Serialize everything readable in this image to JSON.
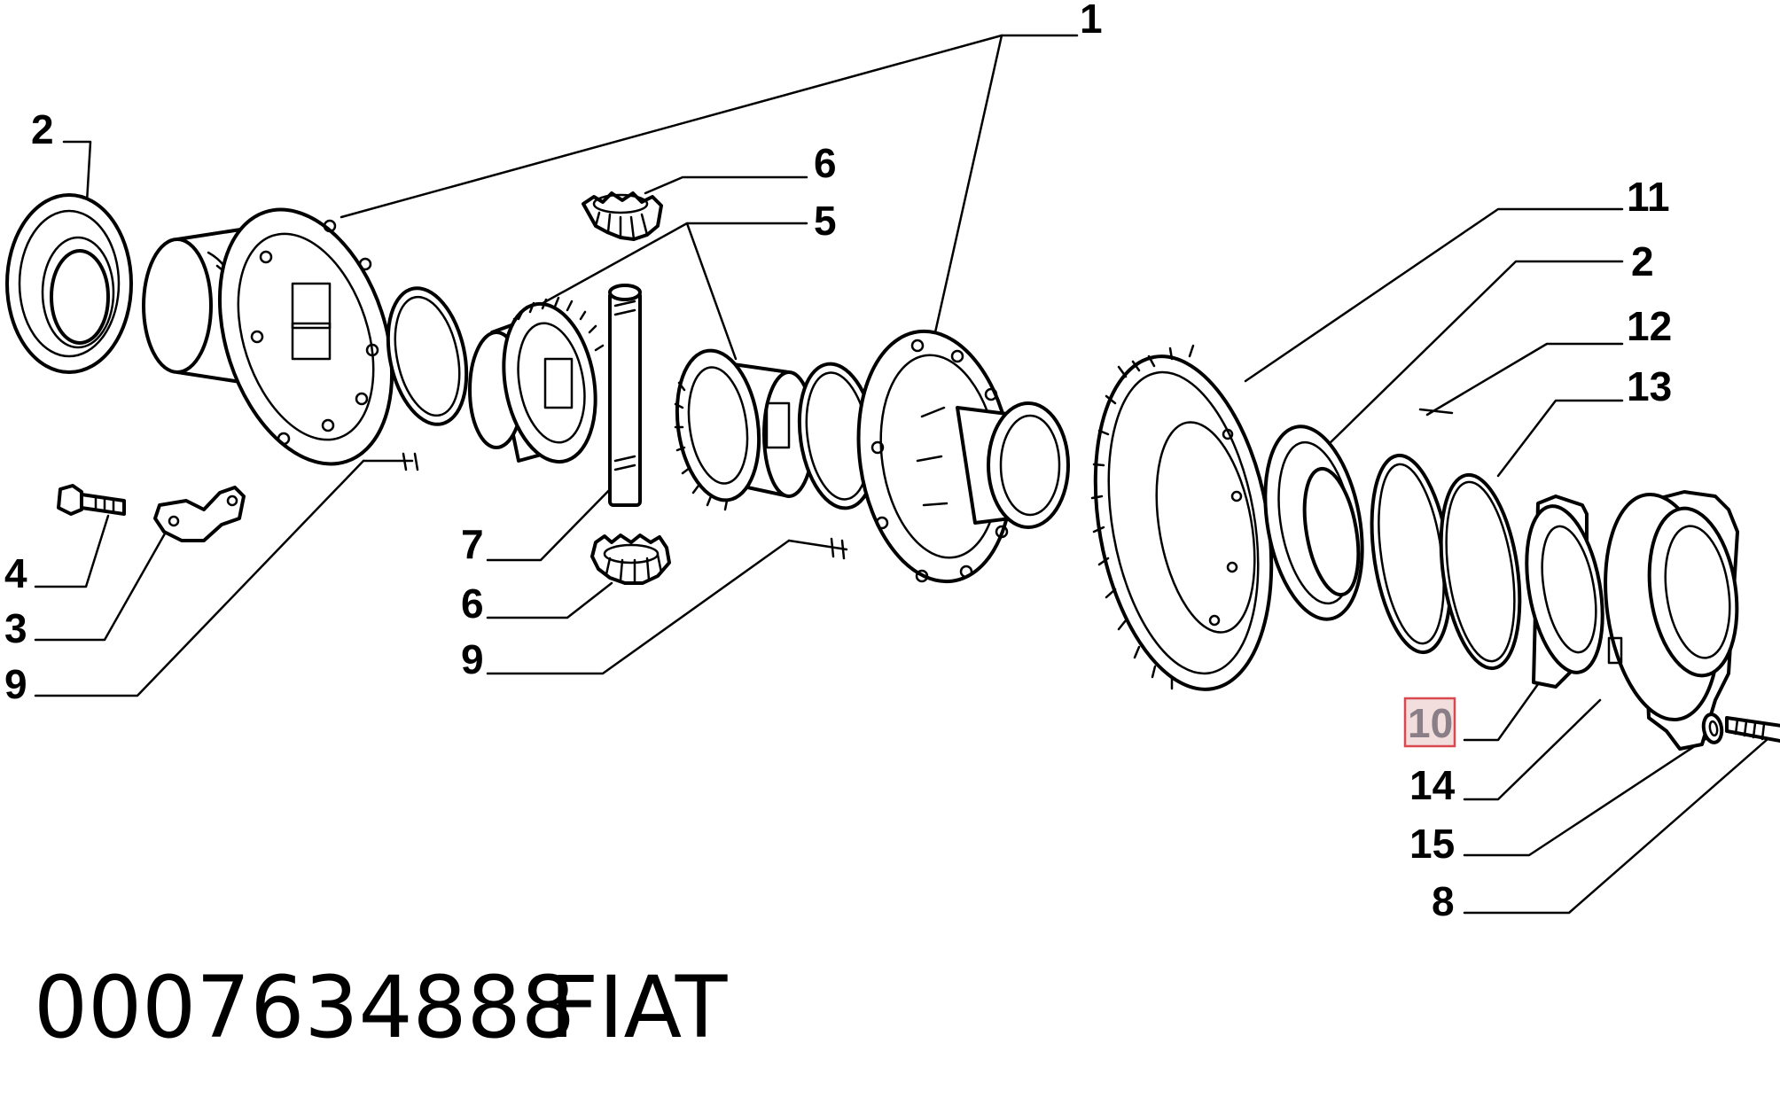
{
  "diagram": {
    "callouts": [
      {
        "id": "c1",
        "label": "1"
      },
      {
        "id": "c2a",
        "label": "2"
      },
      {
        "id": "c6a",
        "label": "6"
      },
      {
        "id": "c5",
        "label": "5"
      },
      {
        "id": "c11",
        "label": "11"
      },
      {
        "id": "c2b",
        "label": "2"
      },
      {
        "id": "c12",
        "label": "12"
      },
      {
        "id": "c13",
        "label": "13"
      },
      {
        "id": "c4",
        "label": "4"
      },
      {
        "id": "c3",
        "label": "3"
      },
      {
        "id": "c9a",
        "label": "9"
      },
      {
        "id": "c7",
        "label": "7"
      },
      {
        "id": "c6b",
        "label": "6"
      },
      {
        "id": "c9b",
        "label": "9"
      },
      {
        "id": "c10",
        "label": "10",
        "highlighted": true
      },
      {
        "id": "c14",
        "label": "14"
      },
      {
        "id": "c15",
        "label": "15"
      },
      {
        "id": "c8",
        "label": "8"
      }
    ],
    "highlight_color": "#d9484f"
  },
  "caption": {
    "part_number": "0007634888",
    "brand": "FIAT"
  }
}
